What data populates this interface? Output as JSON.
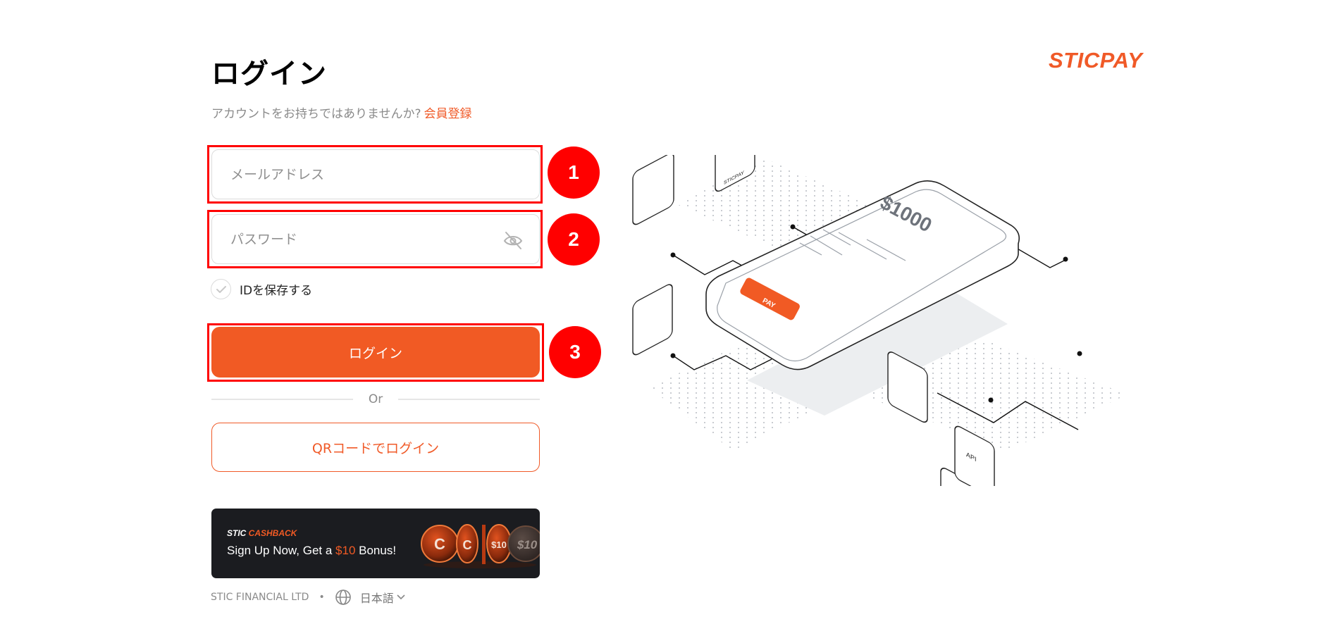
{
  "header": {
    "title": "ログイン",
    "subtitle": "アカウントをお持ちではありませんか?",
    "signup_link": "会員登録",
    "logo": "STICPAY"
  },
  "form": {
    "email": {
      "placeholder": "メールアドレス",
      "value": ""
    },
    "password": {
      "placeholder": "パスワード",
      "value": "",
      "toggle_icon": "eye-off-icon"
    },
    "remember": {
      "label": "IDを保存する",
      "checked": false
    },
    "login_button": "ログイン",
    "divider": "Or",
    "qr_button": "QRコードでログイン"
  },
  "banner": {
    "brand_prefix": "STIC ",
    "brand_suffix": "CASHBACK",
    "headline_pre": "Sign Up Now, Get a ",
    "headline_amount": "$10",
    "headline_post": " Bonus!",
    "coin_labels": [
      "$10",
      "$10"
    ]
  },
  "footer": {
    "company": "STIC FINANCIAL LTD",
    "separator": "•",
    "language": "日本語"
  },
  "illustration": {
    "amount": "$1000",
    "pay_label": "PAY",
    "card_label": "STICPAY",
    "api_label": "API"
  },
  "annotations": [
    {
      "number": "1",
      "target": "email-field"
    },
    {
      "number": "2",
      "target": "password-field"
    },
    {
      "number": "3",
      "target": "login-button"
    }
  ],
  "colors": {
    "brand": "#f05a28",
    "annotation": "#ff0000",
    "banner_bg": "#1b1c20"
  }
}
